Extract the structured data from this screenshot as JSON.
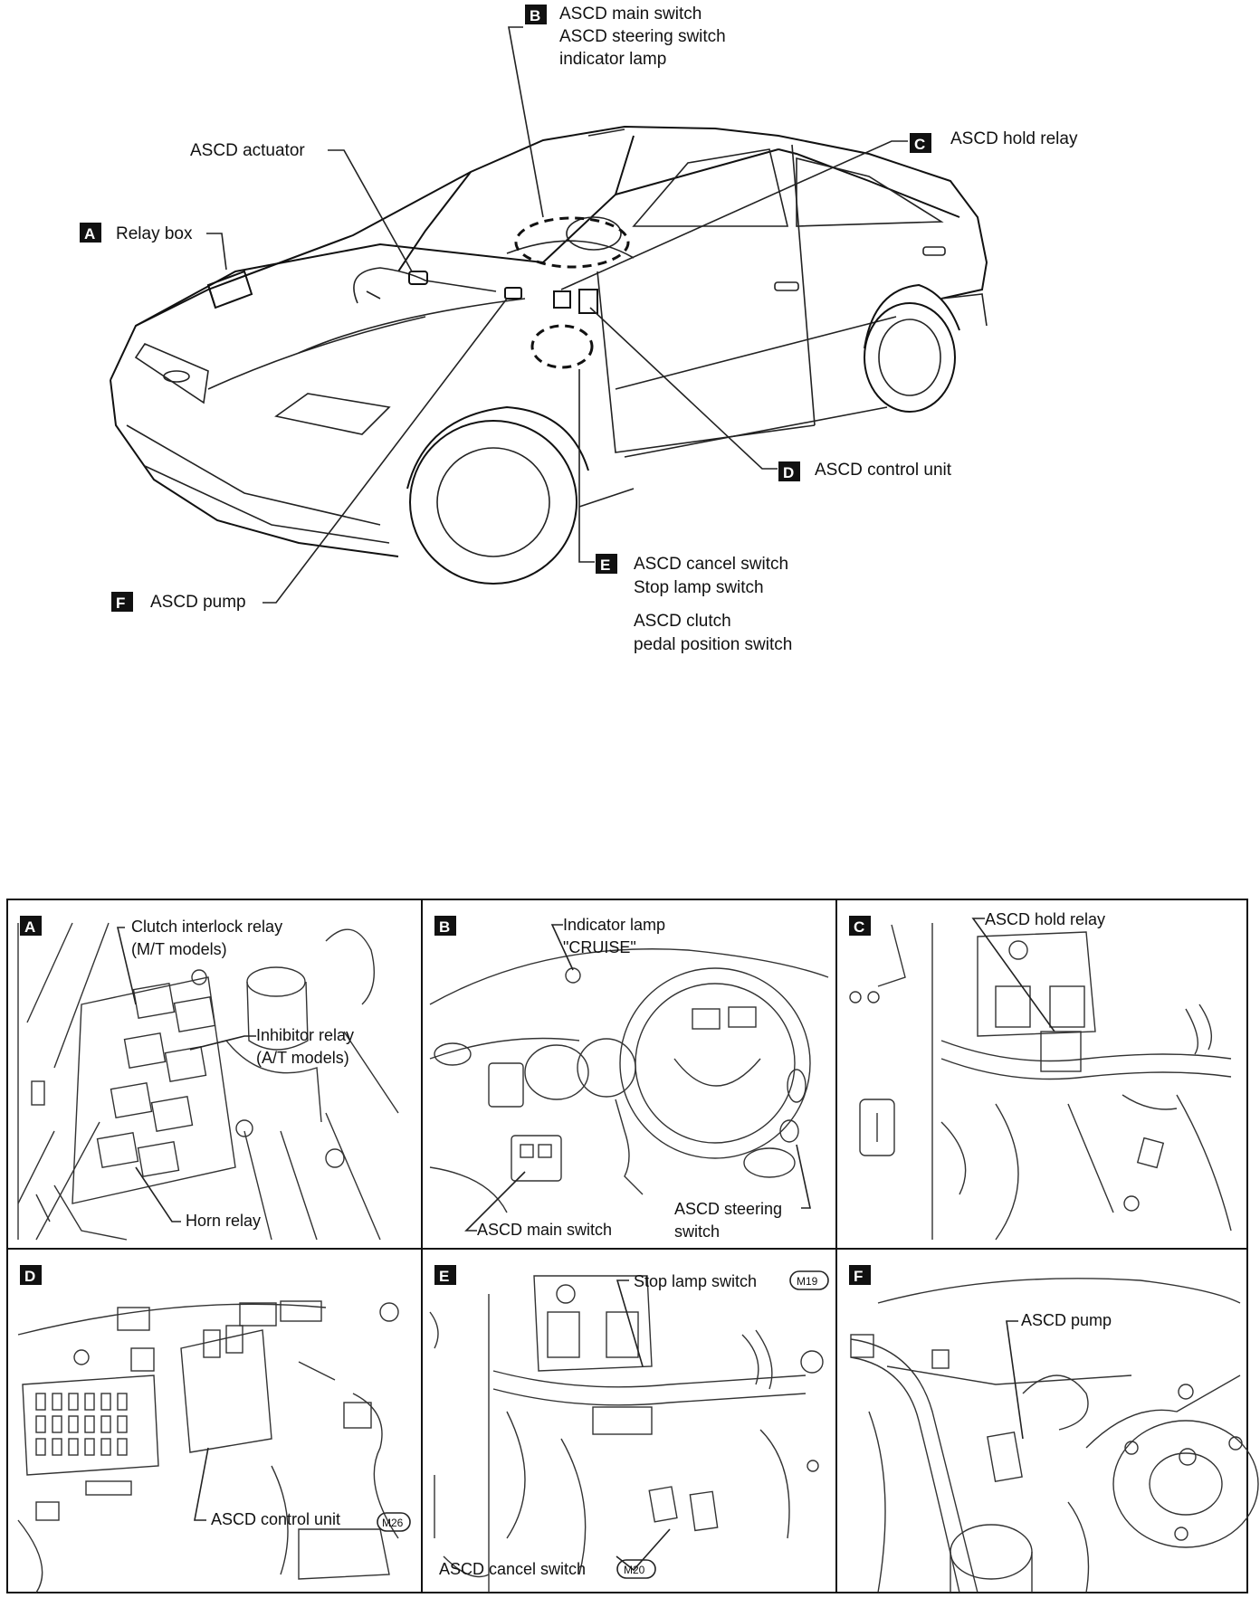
{
  "overview": {
    "A": {
      "key": "A",
      "line1": "Relay box"
    },
    "B": {
      "key": "B",
      "line1": "ASCD main switch",
      "line2": "ASCD steering switch",
      "line3": "indicator lamp"
    },
    "C": {
      "key": "C",
      "line1": "ASCD hold relay"
    },
    "D": {
      "key": "D",
      "line1": "ASCD control unit"
    },
    "E": {
      "key": "E",
      "line1": "ASCD cancel switch",
      "line2": "Stop lamp switch",
      "line3": "ASCD clutch",
      "line4": "pedal position switch"
    },
    "F": {
      "key": "F",
      "line1": "ASCD pump"
    },
    "actuator": "ASCD actuator"
  },
  "panels": {
    "A": {
      "key": "A",
      "clutch1": "Clutch interlock relay",
      "clutch2": "(M/T models)",
      "inhib1": "Inhibitor relay",
      "inhib2": "(A/T models)",
      "horn": "Horn relay"
    },
    "B": {
      "key": "B",
      "lamp1": "Indicator lamp",
      "lamp2": "\"CRUISE\"",
      "main": "ASCD main switch",
      "steer1": "ASCD steering",
      "steer2": "switch"
    },
    "C": {
      "key": "C",
      "hold": "ASCD hold relay"
    },
    "D": {
      "key": "D",
      "unit": "ASCD control unit",
      "conn": "M26"
    },
    "E": {
      "key": "E",
      "stop": "Stop lamp switch",
      "stop_conn": "M19",
      "cancel": "ASCD cancel switch",
      "cancel_conn": "M20"
    },
    "F": {
      "key": "F",
      "pump": "ASCD pump"
    }
  }
}
